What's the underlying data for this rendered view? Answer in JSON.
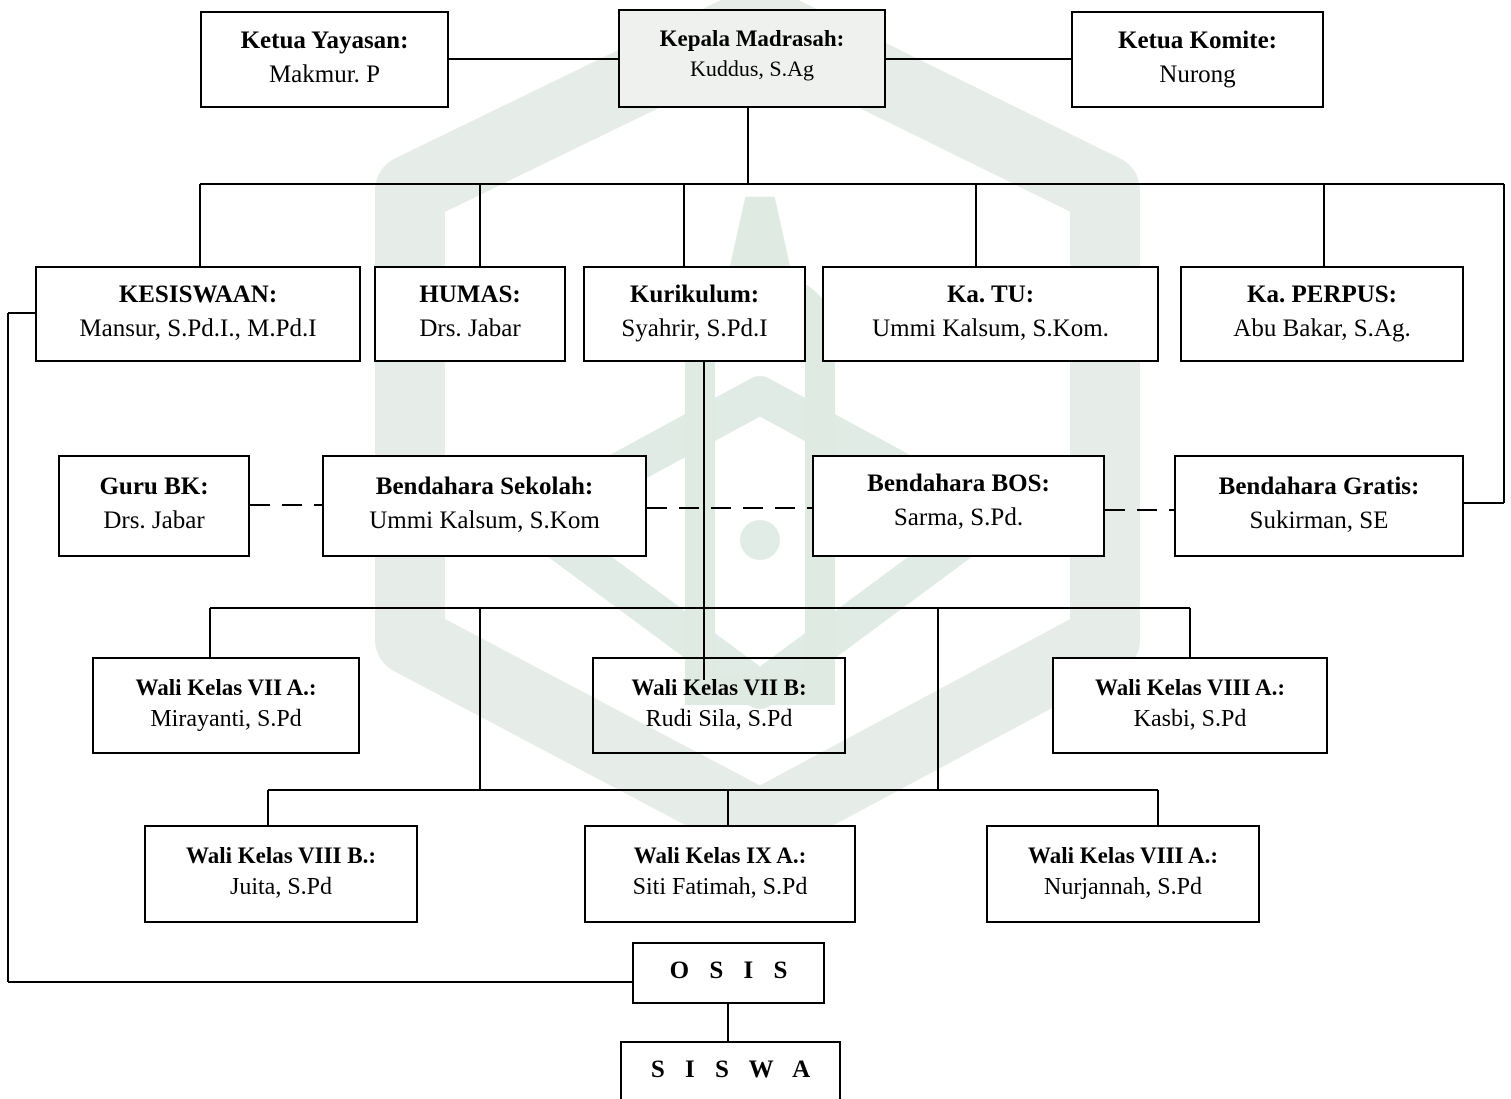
{
  "nodes": {
    "kepala": {
      "role": "Kepala Madrasah:",
      "name": "Kuddus, S.Ag"
    },
    "yayasan": {
      "role": "Ketua Yayasan:",
      "name": "Makmur.  P"
    },
    "komite": {
      "role": "Ketua Komite:",
      "name": "Nurong"
    },
    "kesiswaan": {
      "role": "KESISWAAN:",
      "name": "Mansur, S.Pd.I., M.Pd.I"
    },
    "humas": {
      "role": "HUMAS:",
      "name": "Drs. Jabar"
    },
    "kurikulum": {
      "role": "Kurikulum:",
      "name": "Syahrir, S.Pd.I"
    },
    "katu": {
      "role": "Ka. TU:",
      "name": "Ummi Kalsum, S.Kom."
    },
    "perpus": {
      "role": "Ka. PERPUS:",
      "name": "Abu Bakar, S.Ag."
    },
    "gurubk": {
      "role": "Guru BK:",
      "name": "Drs.  Jabar"
    },
    "bend_sekolah": {
      "role": "Bendahara Sekolah:",
      "name": "Ummi Kalsum, S.Kom"
    },
    "bend_bos": {
      "role": "Bendahara BOS:",
      "name": "Sarma, S.Pd."
    },
    "bend_gratis": {
      "role": "Bendahara Gratis:",
      "name": "Sukirman, SE"
    },
    "wali_7a": {
      "role": "Wali Kelas VII A.:",
      "name": "Mirayanti, S.Pd"
    },
    "wali_7b": {
      "role": "Wali Kelas VII B:",
      "name": "Rudi Sila, S.Pd"
    },
    "wali_8a": {
      "role": "Wali Kelas VIII A.:",
      "name": "Kasbi, S.Pd"
    },
    "wali_8b": {
      "role": "Wali Kelas VIII B.:",
      "name": "Juita, S.Pd"
    },
    "wali_9a": {
      "role": "Wali Kelas IX A.:",
      "name": "Siti Fatimah, S.Pd"
    },
    "wali_8a_2": {
      "role": "Wali Kelas VIII A.:",
      "name": "Nurjannah, S.Pd"
    },
    "osis": {
      "role": "O S I S"
    },
    "siswa": {
      "role": "S I S W A"
    }
  },
  "colors": {
    "line": "#000000",
    "watermark": "#e4ebe7",
    "head_fill": "#eff1ef"
  }
}
